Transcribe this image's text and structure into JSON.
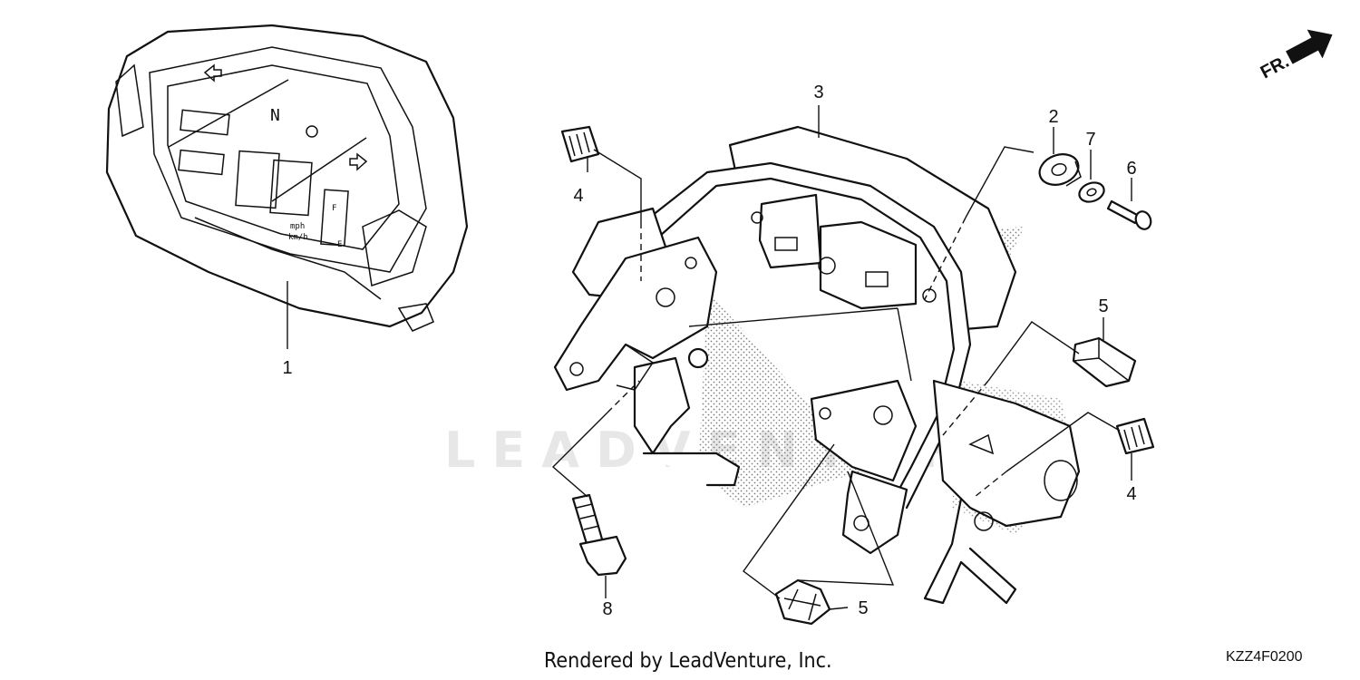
{
  "watermark": "LEADVENTURE",
  "front_indicator": {
    "label": "FR.",
    "icon": "arrow-front-icon"
  },
  "callouts": [
    {
      "number": "1",
      "part": "meter-assembly"
    },
    {
      "number": "2",
      "part": "rubber-grommet"
    },
    {
      "number": "3",
      "part": "meter-cover-bracket"
    },
    {
      "number": "4",
      "part": "rubber-mount"
    },
    {
      "number": "4",
      "part": "rubber-mount-right"
    },
    {
      "number": "5",
      "part": "wire-clamp-upper"
    },
    {
      "number": "5",
      "part": "wire-clamp-lower"
    },
    {
      "number": "6",
      "part": "screw"
    },
    {
      "number": "7",
      "part": "washer"
    },
    {
      "number": "8",
      "part": "flange-bolt"
    }
  ],
  "meter_display": {
    "gear": "N",
    "speed_unit": "mph",
    "km_unit": "km/h",
    "fuel_full": "F",
    "fuel_empty": "E"
  },
  "footer": {
    "credit": "Rendered by LeadVenture, Inc.",
    "code": "KZZ4F0200"
  }
}
